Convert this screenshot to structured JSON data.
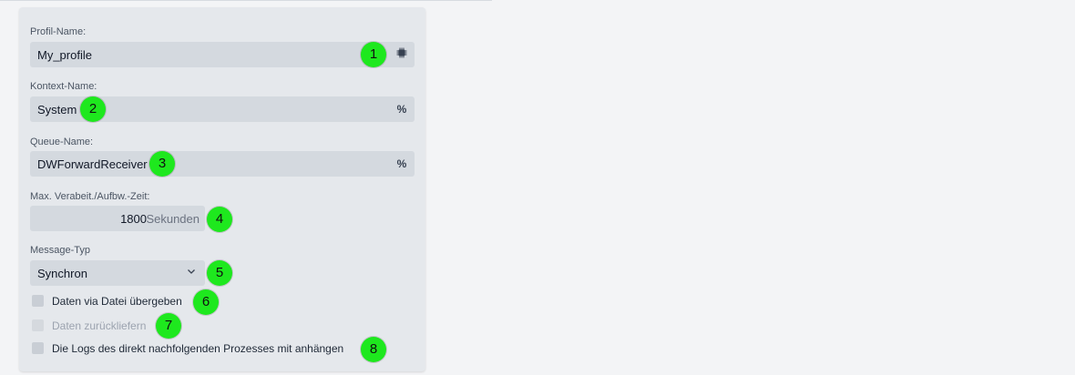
{
  "form": {
    "profile_name": {
      "label": "Profil-Name:",
      "value": "My_profile",
      "icon": "chip-icon"
    },
    "context_name": {
      "label": "Kontext-Name:",
      "value": "System",
      "icon": "percent-icon"
    },
    "queue_name": {
      "label": "Queue-Name:",
      "value": "DWForwardReceiver",
      "icon": "percent-icon"
    },
    "max_time": {
      "label": "Max. Verabeit./Aufbw.-Zeit:",
      "value": "1800",
      "unit": "Sekunden"
    },
    "message_type": {
      "label": "Message-Typ",
      "value": "Synchron"
    },
    "checkboxes": [
      {
        "label": "Daten via Datei übergeben",
        "checked": false,
        "disabled": false
      },
      {
        "label": "Daten zurückliefern",
        "checked": false,
        "disabled": true
      },
      {
        "label": "Die Logs des direkt nachfolgenden Prozesses mit anhängen",
        "checked": false,
        "disabled": false
      }
    ]
  },
  "badges": [
    "1",
    "2",
    "3",
    "4",
    "5",
    "6",
    "7",
    "8"
  ],
  "colors": {
    "badge": "#1ee81e",
    "field_bg": "#d4d9df",
    "panel_bg": "#e5e8ec"
  }
}
